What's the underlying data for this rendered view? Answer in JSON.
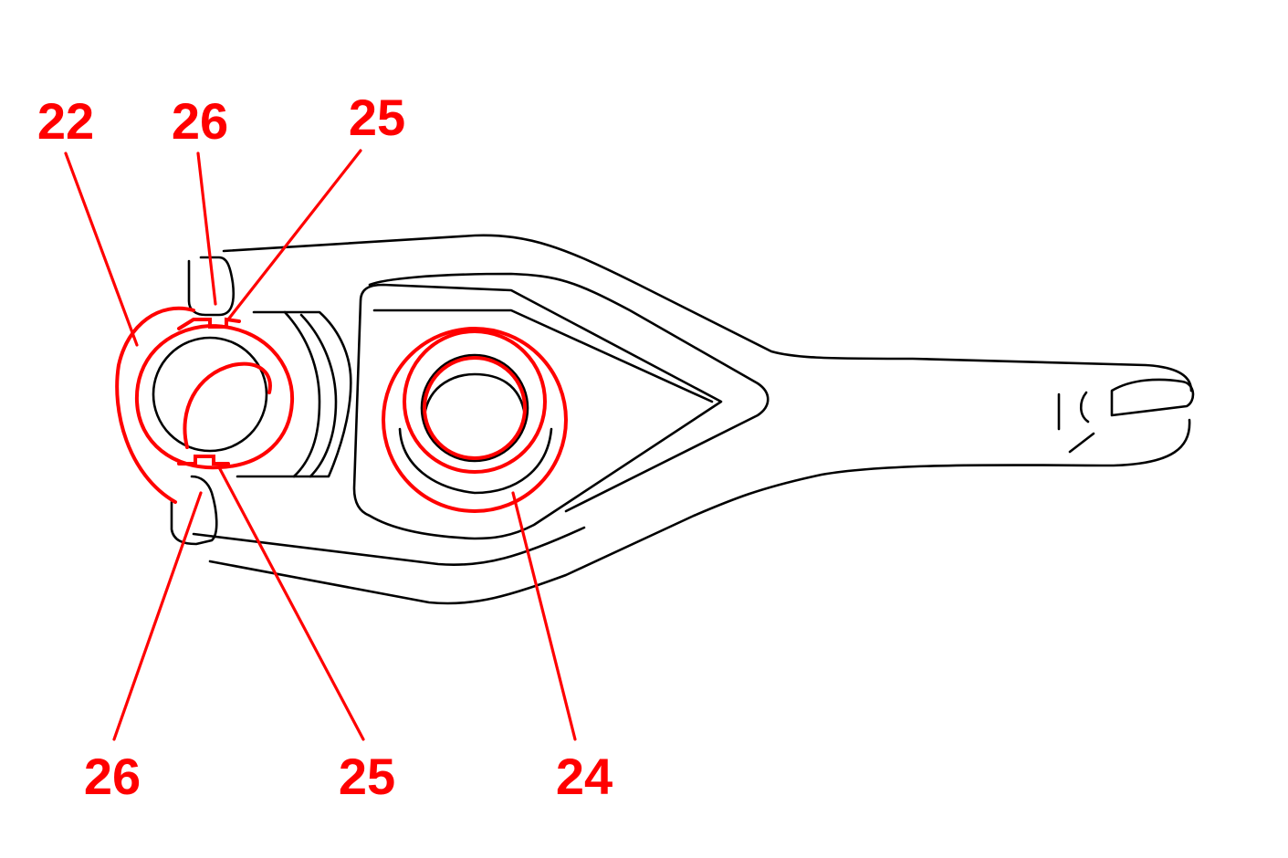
{
  "colors": {
    "line": "#000000",
    "highlight": "#ff0000",
    "background": "#ffffff"
  },
  "callouts": [
    {
      "id": "c22",
      "label": "22"
    },
    {
      "id": "c26a",
      "label": "26"
    },
    {
      "id": "c25a",
      "label": "25"
    },
    {
      "id": "c26b",
      "label": "26"
    },
    {
      "id": "c25b",
      "label": "25"
    },
    {
      "id": "c24",
      "label": "24"
    }
  ]
}
